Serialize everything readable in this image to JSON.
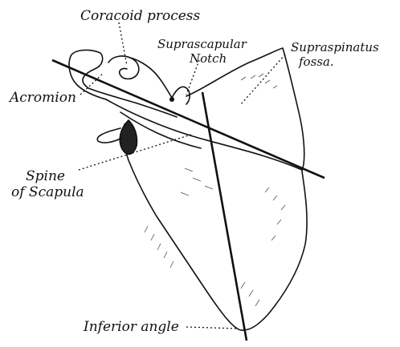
{
  "labels": {
    "coracoid": "Coracoid process",
    "suprascapular_1": "Suprascapular",
    "suprascapular_2": "Notch",
    "supraspinatus_1": "Supraspinatus",
    "supraspinatus_2": "fossa.",
    "acromion": "Acromion",
    "spine_1": "Spine",
    "spine_2": "of Scapula",
    "inferior": "Inferior angle"
  },
  "colors": {
    "ink": "#111111",
    "background": "#ffffff"
  }
}
